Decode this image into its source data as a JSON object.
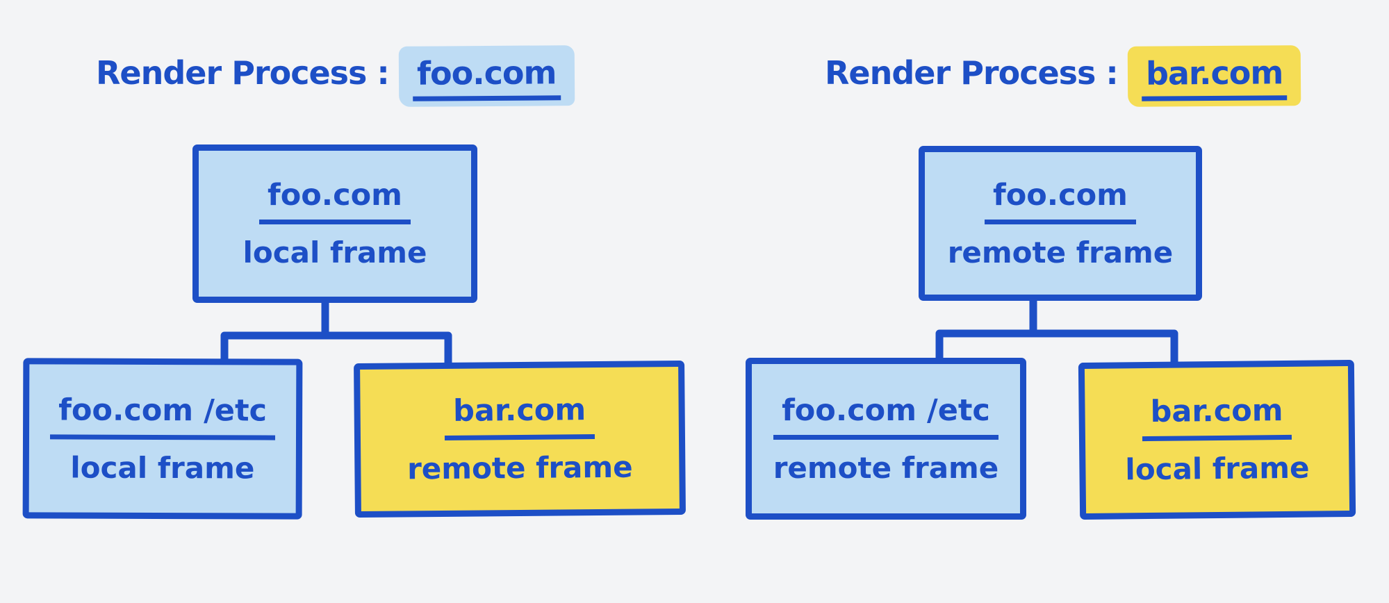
{
  "colors": {
    "ink": "#1d4fc6",
    "light_blue": "#bedcf4",
    "yellow": "#f5dd55",
    "background": "#f3f4f6"
  },
  "trees": {
    "left": {
      "title_prefix": "Render Process :",
      "title_domain": "foo.com",
      "title_variant": "blue",
      "parent": {
        "domain": "foo.com",
        "frame": "local frame",
        "variant": "blue"
      },
      "child_a": {
        "domain": "foo.com /etc",
        "frame": "local frame",
        "variant": "blue"
      },
      "child_b": {
        "domain": "bar.com",
        "frame": "remote frame",
        "variant": "yellow"
      }
    },
    "right": {
      "title_prefix": "Render Process :",
      "title_domain": "bar.com",
      "title_variant": "yellow",
      "parent": {
        "domain": "foo.com",
        "frame": "remote frame",
        "variant": "blue"
      },
      "child_a": {
        "domain": "foo.com /etc",
        "frame": "remote frame",
        "variant": "blue"
      },
      "child_b": {
        "domain": "bar.com",
        "frame": "local frame",
        "variant": "yellow"
      }
    }
  }
}
